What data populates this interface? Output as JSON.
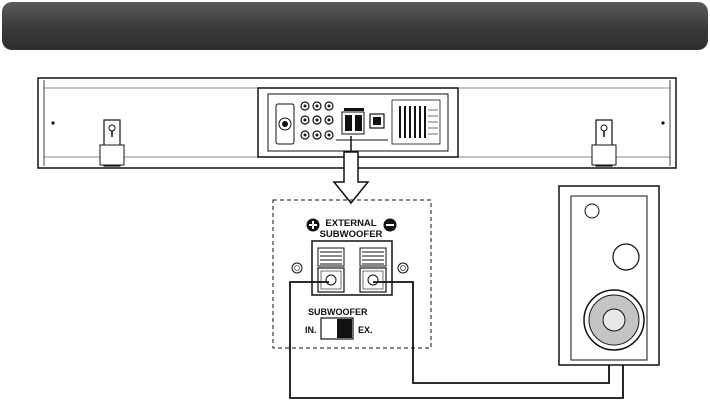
{
  "header": {
    "title": ""
  },
  "panel": {
    "title_line1": "EXTERNAL",
    "title_line2": "SUBWOOFER",
    "plus_sign": "+",
    "minus_sign": "−",
    "switch_label": "SUBWOOFER",
    "switch_in": "IN.",
    "switch_ex": "EX."
  },
  "colors": {
    "header_bg": "#3a3a3a",
    "line": "#111111",
    "cone": "#b8b8b8"
  }
}
